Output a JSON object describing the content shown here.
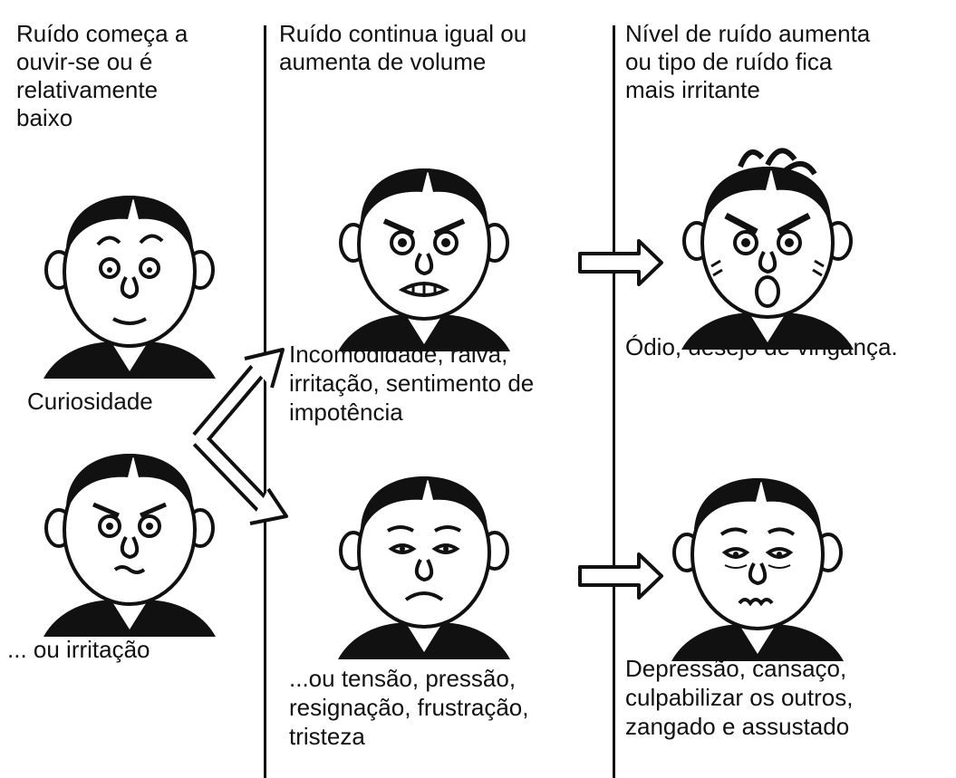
{
  "columns": [
    {
      "header": [
        "Ruído começa a",
        "ouvir-se ou é",
        "relativamente",
        "baixo"
      ],
      "reactions": [
        {
          "label": [
            "Curiosidade"
          ],
          "face": "curious-face-icon"
        },
        {
          "label": [
            "... ou irritação"
          ],
          "face": "irritated-face-icon"
        }
      ]
    },
    {
      "header": [
        "Ruído continua igual ou",
        "aumenta de volume"
      ],
      "reactions": [
        {
          "label": [
            "Incomodidade, raiva,",
            "irritação, sentimento de",
            "impotência"
          ],
          "face": "angry-face-icon"
        },
        {
          "label": [
            "...ou tensão, pressão,",
            "resignação, frustração,",
            "tristeza"
          ],
          "face": "sad-face-icon"
        }
      ]
    },
    {
      "header": [
        "Nível de ruído aumenta",
        "ou tipo de ruído fica",
        "mais irritante"
      ],
      "reactions": [
        {
          "label": [
            "Ódio, desejo de vingança."
          ],
          "face": "furious-face-icon"
        },
        {
          "label": [
            "Depressão, cansaço,",
            "culpabilizar os outros,",
            "zangado e assustado"
          ],
          "face": "depressed-face-icon"
        }
      ]
    }
  ]
}
